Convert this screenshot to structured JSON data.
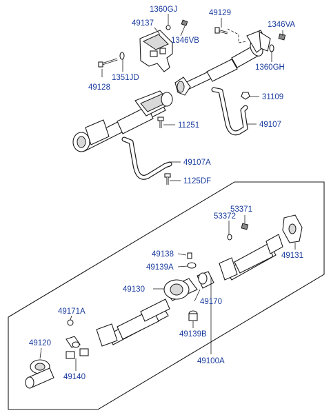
{
  "diagram": {
    "callouts": [
      {
        "id": "c_1360GJ",
        "text": "1360GJ"
      },
      {
        "id": "c_49137",
        "text": "49137"
      },
      {
        "id": "c_1346VB",
        "text": "1346VB"
      },
      {
        "id": "c_49129",
        "text": "49129"
      },
      {
        "id": "c_1346VA",
        "text": "1346VA"
      },
      {
        "id": "c_49128",
        "text": "49128"
      },
      {
        "id": "c_1351JD",
        "text": "1351JD"
      },
      {
        "id": "c_1360GH",
        "text": "1360GH"
      },
      {
        "id": "c_31109",
        "text": "31109"
      },
      {
        "id": "c_49107",
        "text": "49107"
      },
      {
        "id": "c_11251",
        "text": "11251"
      },
      {
        "id": "c_49107A",
        "text": "49107A"
      },
      {
        "id": "c_1125DF",
        "text": "1125DF"
      },
      {
        "id": "c_53371",
        "text": "53371"
      },
      {
        "id": "c_53372",
        "text": "53372"
      },
      {
        "id": "c_49131",
        "text": "49131"
      },
      {
        "id": "c_49138",
        "text": "49138"
      },
      {
        "id": "c_49139A",
        "text": "49139A"
      },
      {
        "id": "c_49130",
        "text": "49130"
      },
      {
        "id": "c_49170",
        "text": "49170"
      },
      {
        "id": "c_49171A",
        "text": "49171A"
      },
      {
        "id": "c_49139B",
        "text": "49139B"
      },
      {
        "id": "c_49120",
        "text": "49120"
      },
      {
        "id": "c_49140",
        "text": "49140"
      },
      {
        "id": "c_49100A",
        "text": "49100A"
      }
    ]
  }
}
